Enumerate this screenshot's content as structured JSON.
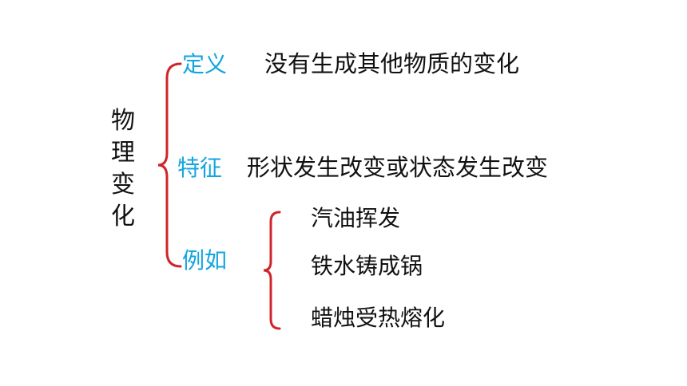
{
  "title_chars": [
    "物",
    "理",
    "变",
    "化"
  ],
  "definition": {
    "label": "定义",
    "text": "没有生成其他物质的变化"
  },
  "feature": {
    "label": "特征",
    "text": "形状发生改变或状态发生改变"
  },
  "examples": {
    "label": "例如",
    "items": [
      "汽油挥发",
      "铁水铸成锅",
      "蜡烛受热熔化"
    ]
  },
  "colors": {
    "brace": "#d0232a",
    "label": "#12a5df",
    "text": "#111111"
  }
}
